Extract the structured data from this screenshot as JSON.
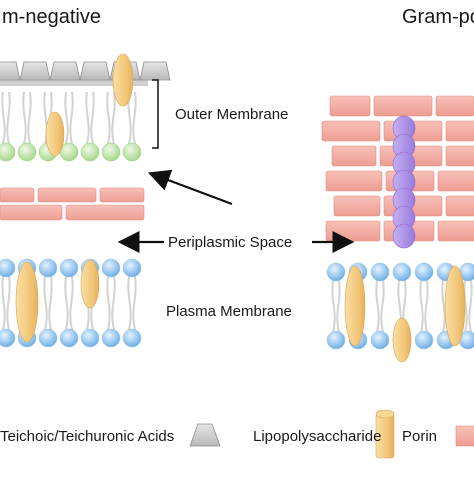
{
  "titles": {
    "left": "m-negative",
    "right": "Gram-po"
  },
  "labels": {
    "outer_membrane": "Outer Membrane",
    "periplasmic_space": "Periplasmic Space",
    "plasma_membrane": "Plasma Membrane"
  },
  "legend": {
    "teichoic": "Teichoic/Teichuronic Acids",
    "lps": "Lipopolysaccharide",
    "porin": "Porin"
  },
  "colors": {
    "lipid_head_blue": "#7fb8e8",
    "lipid_head_green": "#b8e0a0",
    "peptidoglycan": "#f2a9a0",
    "porin": "#f3c77a",
    "lps": "#c9c9c9",
    "teichoic": "#a98ee0",
    "tail": "#d6d6d6"
  }
}
